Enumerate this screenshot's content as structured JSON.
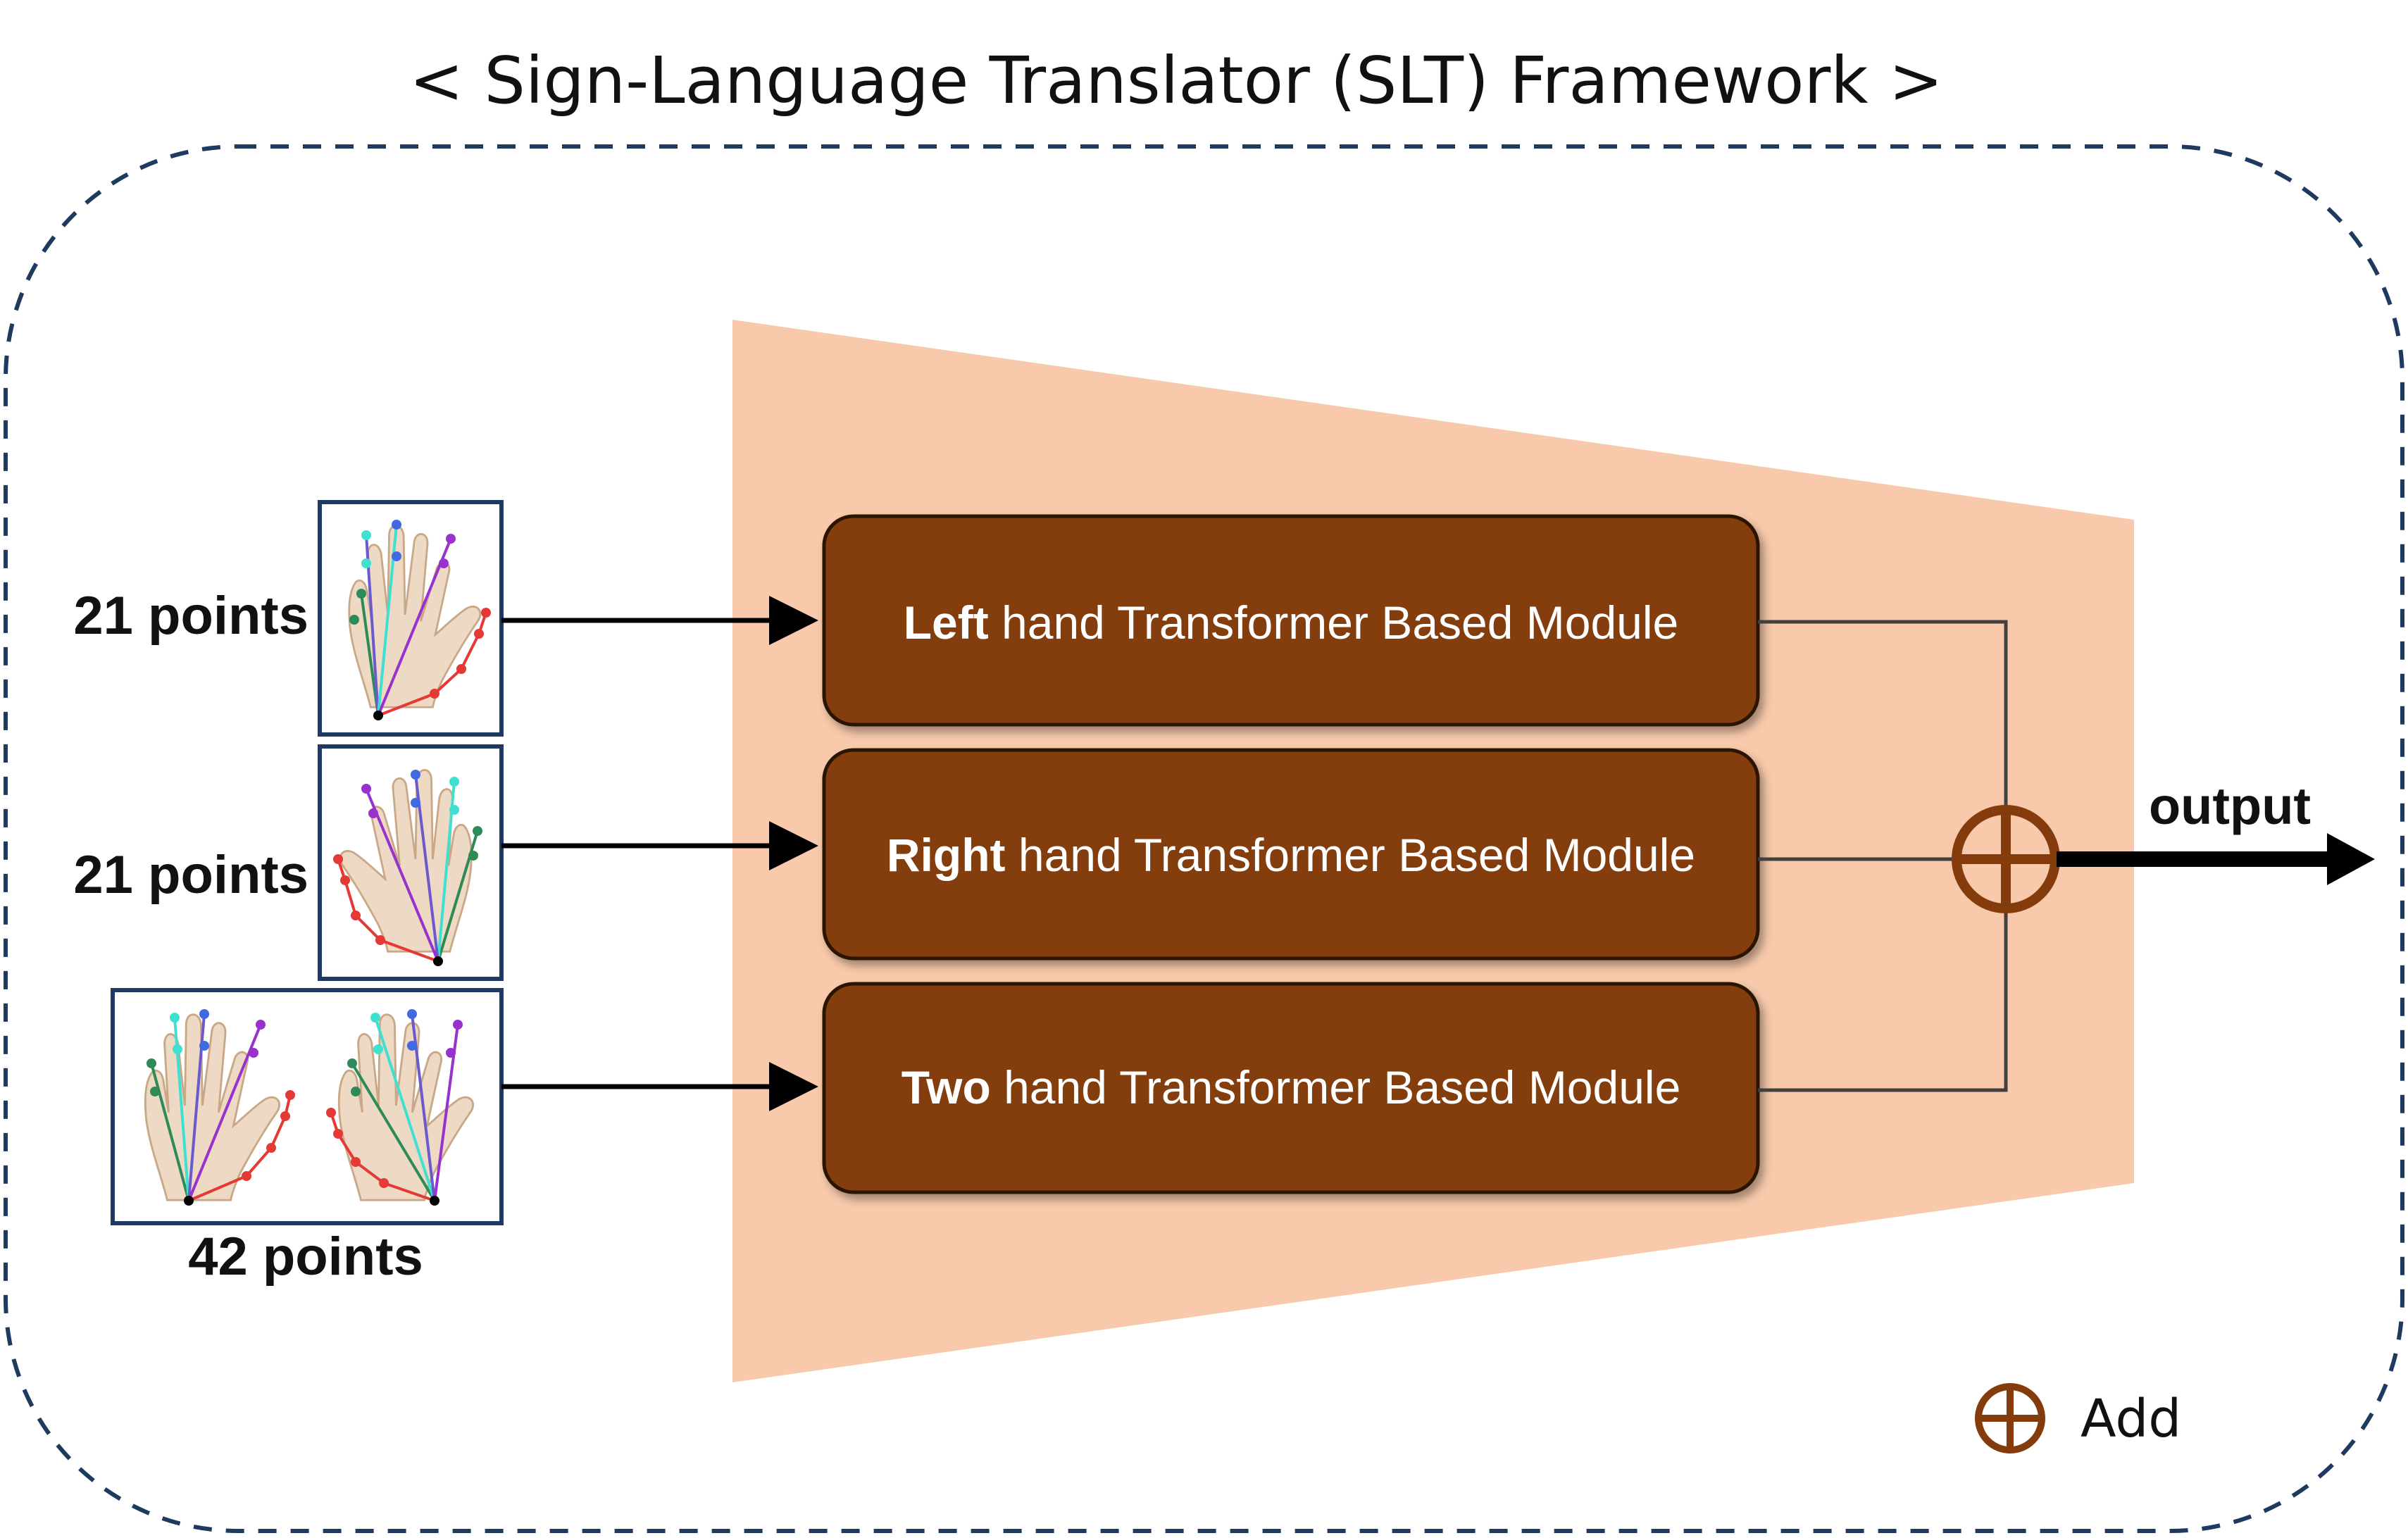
{
  "title": "< Sign-Language Translator (SLT) Framework >",
  "colors": {
    "encoder_fill": "#f8c9aa",
    "module_fill": "#843c0c",
    "module_text": "#ffffff",
    "add_symbol": "#843c0c",
    "frame_border": "#1f3a5f",
    "thumbnail_border": "#1f3864",
    "connector": "#404040",
    "arrow": "#000000"
  },
  "inputs": [
    {
      "label": "21 points",
      "hand_icon": "left-hand-keypoints-icon"
    },
    {
      "label": "21 points",
      "hand_icon": "right-hand-keypoints-icon"
    },
    {
      "label": "42 points",
      "hand_icon": "two-hand-keypoints-icon"
    }
  ],
  "modules": [
    {
      "bold": "Left",
      "rest": " hand Transformer Based Module"
    },
    {
      "bold": "Right",
      "rest": " hand Transformer Based Module"
    },
    {
      "bold": "Two",
      "rest": " hand Transformer Based Module"
    }
  ],
  "output_label": "output",
  "legend": {
    "symbol": "circled-plus-icon",
    "label": "Add"
  }
}
